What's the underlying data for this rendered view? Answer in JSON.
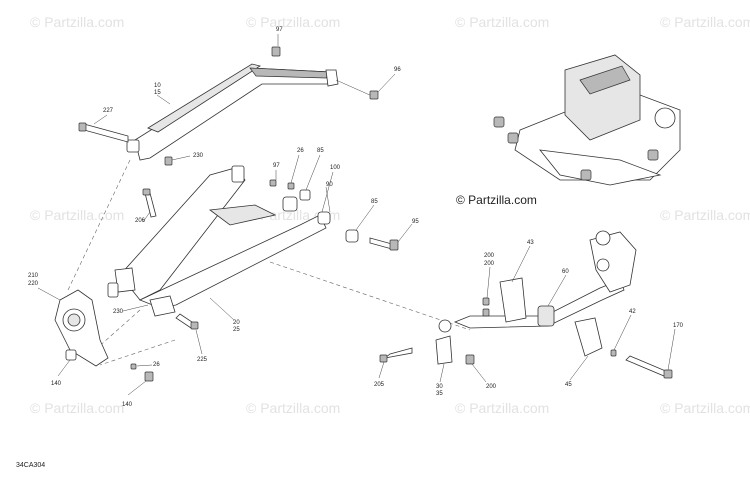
{
  "brand_label": "© Partzilla.com",
  "watermark_text": "© Partzilla.com",
  "diagram_code": "34CA304",
  "callouts": {
    "c97a": "97",
    "c96": "96",
    "c10_15a": "10",
    "c10_15b": "15",
    "c227": "227",
    "c230a": "230",
    "c97b": "97",
    "c26a": "26",
    "c85a": "85",
    "c100": "100",
    "c90": "90",
    "c85b": "85",
    "c95": "95",
    "c206": "206",
    "c210": "210",
    "c220": "220",
    "c230b": "230",
    "c20_25a": "20",
    "c20_25b": "25",
    "c225": "225",
    "c26b": "26",
    "c140a": "140",
    "c140b": "140",
    "c43": "43",
    "c200a": "200",
    "c200b": "200",
    "c60": "60",
    "c42": "42",
    "c170": "170",
    "c205": "205",
    "c30_35a": "30",
    "c30_35b": "35",
    "c200c": "200",
    "c45": "45"
  },
  "colors": {
    "line": "#333333",
    "watermark": "#e2e2e2",
    "fill": "#ffffff",
    "shade": "#e6e6e6"
  }
}
